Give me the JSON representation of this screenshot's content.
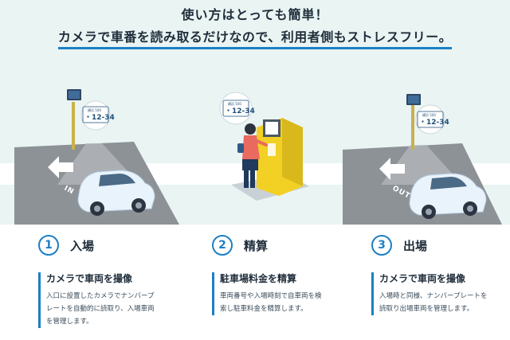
{
  "headline": {
    "line1": "使い方はとっても簡単！",
    "line2": "カメラで車番を読み取るだけなので、利用者側もストレスフリー。"
  },
  "plates": {
    "region": "横浜 500",
    "number": "・12-34"
  },
  "road_labels": {
    "in": "IN",
    "out": "OUT"
  },
  "steps": [
    {
      "number": "1",
      "title": "入場",
      "subtitle": "カメラで車両を撮像",
      "line1": "入口に設置したカメラでナンバープ",
      "line2": "レートを自動的に読取り、入場車両",
      "line3": "を管理します。"
    },
    {
      "number": "2",
      "title": "精算",
      "subtitle": "駐車場料金を精算",
      "line1": "車両番号や入場時刻で自車両を検",
      "line2": "索し駐車料金を精算します。"
    },
    {
      "number": "3",
      "title": "出場",
      "subtitle": "カメラで車両を撮像",
      "line1": "入場時と同様、ナンバープレートを",
      "line2": "読取り出場車両を管理します。"
    }
  ],
  "colors": {
    "accent": "#1c7fc4",
    "hero_bg": "#e9f4f3",
    "road": "#8a8f94",
    "kiosk": "#f2d024"
  }
}
